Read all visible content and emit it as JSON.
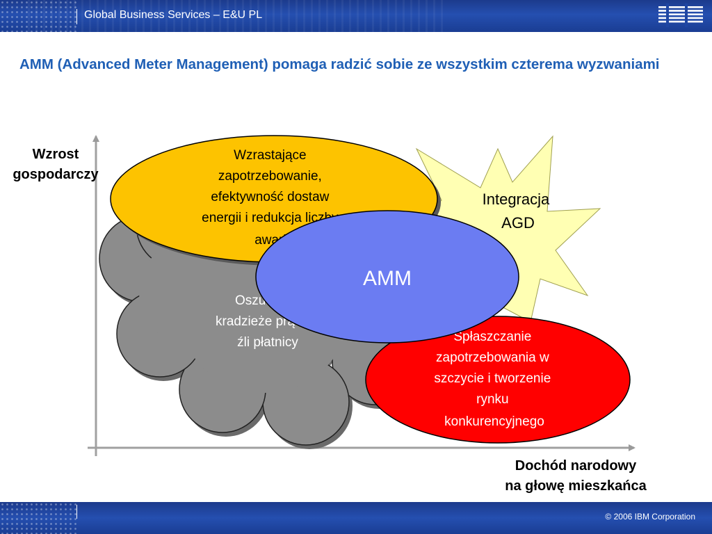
{
  "header": {
    "title": "Global Business Services – E&U PL",
    "logo_text": "IBM"
  },
  "slide": {
    "title": "AMM (Advanced Meter Management) pomaga radzić sobie ze wszystkim czterema wyzwaniami"
  },
  "diagram": {
    "y_axis_label": [
      "Wzrost",
      "gospodarczy"
    ],
    "x_axis_label": [
      "Dochód narodowy",
      "na głowę mieszkańca"
    ],
    "yellow_ellipse": [
      "Wzrastające",
      "zapotrzebowanie,",
      "efektywność dostaw",
      "energii i redukcja liczby",
      "awarii"
    ],
    "cloud": [
      "Oszustwa,",
      "kradzieże prądu i",
      "źli płatnicy"
    ],
    "star": [
      "Integracja",
      "AGD"
    ],
    "center": "AMM",
    "red_ellipse": [
      "Spłaszczanie",
      "zapotrzebowania w",
      "szczycie i tworzenie",
      "rynku",
      "konkurencyjnego"
    ]
  },
  "colors": {
    "banner": "#1f46a3",
    "title": "#1f5fb5",
    "yellow": "#fdc300",
    "cloud": "#8c8c8c",
    "star": "#ffffb3",
    "center": "#6b7cf2",
    "red": "#ff0000"
  },
  "footer": {
    "copyright": "© 2006 IBM Corporation"
  }
}
